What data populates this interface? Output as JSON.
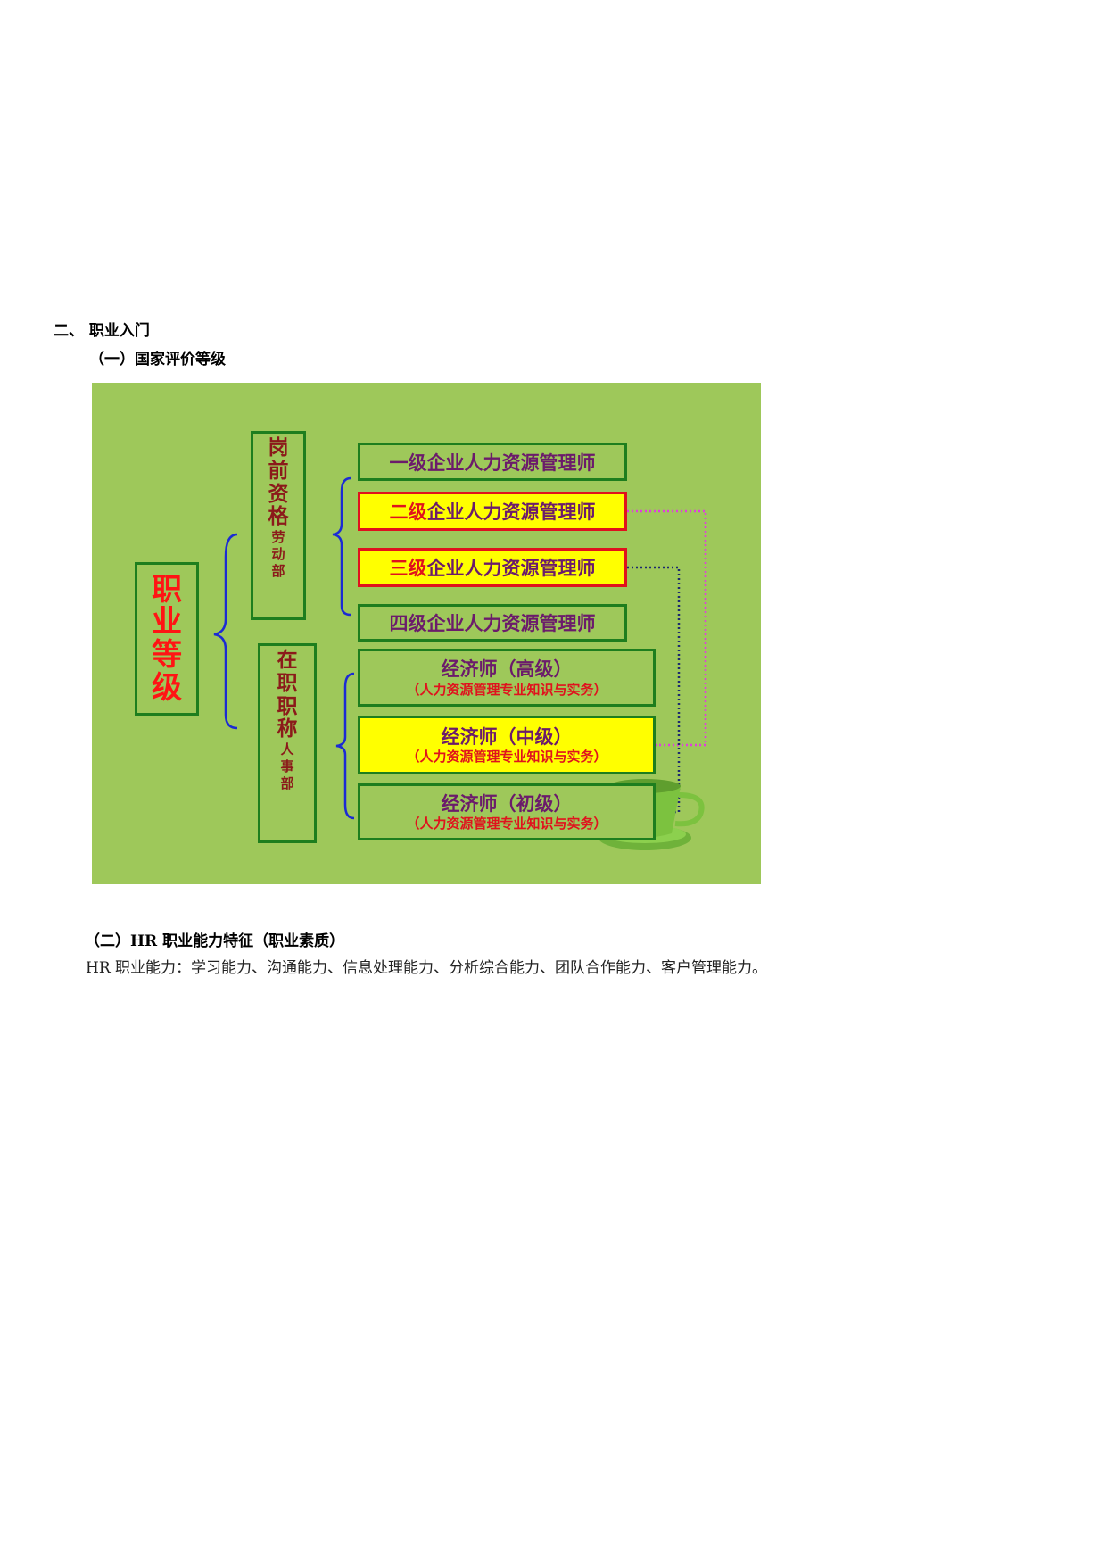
{
  "doc": {
    "section2": "二、 职业入门",
    "sub1": "（一）国家评价等级",
    "sub2": "（二）HR 职业能力特征（职业素质）",
    "para": "HR 职业能力：学习能力、沟通能力、信息处理能力、分析综合能力、团队合作能力、客户管理能力。"
  },
  "figure": {
    "main_chars": [
      "职",
      "业",
      "等",
      "级"
    ],
    "pre_chars": [
      "岗",
      "前",
      "资",
      "格"
    ],
    "pre_sub_chars": [
      "劳",
      "动",
      "部"
    ],
    "inservice_chars": [
      "在",
      "职",
      "职",
      "称"
    ],
    "inservice_sub_chars": [
      "人",
      "事",
      "部"
    ],
    "levels": [
      {
        "prefix": "一级",
        "rest": "企业人力资源管理师"
      },
      {
        "prefix": "二级",
        "rest": "企业人力资源管理师"
      },
      {
        "prefix": "三级",
        "rest": "企业人力资源管理师"
      },
      {
        "prefix": "四级",
        "rest": "企业人力资源管理师"
      }
    ],
    "econ": [
      {
        "title": "经济师（高级）",
        "sub": "（人力资源管理专业知识与实务）"
      },
      {
        "title": "经济师（中级）",
        "sub": "（人力资源管理专业知识与实务）"
      },
      {
        "title": "经济师（初级）",
        "sub": "（人力资源管理专业知识与实务）"
      }
    ],
    "colors": {
      "background": "#9ec85a",
      "box_border": "#1e7e1e",
      "highlight": "#ffff00",
      "red": "#e0121d",
      "purple": "#6b1b6b",
      "brace": "#1b2bd4",
      "magenta_dotted": "#e23be0",
      "navy_dotted": "#1c2a6e"
    },
    "decoration": "teacup-icon"
  }
}
